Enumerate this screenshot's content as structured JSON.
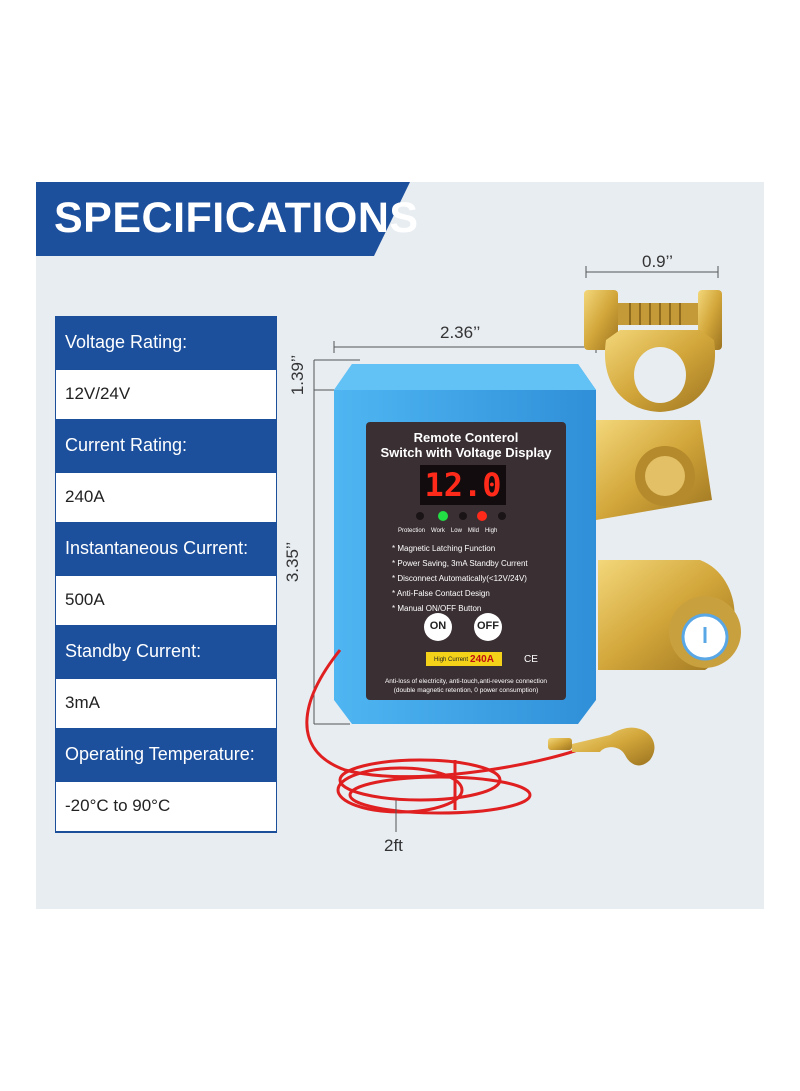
{
  "banner": {
    "title": "SPECIFICATIONS"
  },
  "specs": [
    {
      "label": "Voltage Rating:",
      "value": "12V/24V"
    },
    {
      "label": "Current Rating:",
      "value": "240A"
    },
    {
      "label": "Instantaneous Current:",
      "value": "500A"
    },
    {
      "label": "Standby Current:",
      "value": "3mA"
    },
    {
      "label": "Operating Temperature:",
      "value": "-20°C to 90°C"
    }
  ],
  "dimensions": {
    "terminal_width": "0.9’’",
    "box_width": "2.36’’",
    "top_height": "1.39’’",
    "box_height": "3.35’’",
    "cable_length": "2ft"
  },
  "device": {
    "title_line1": "Remote  Conterol",
    "title_line2": "Switch with Voltage Display",
    "display_value": "12.0",
    "indicators": [
      "Protection",
      "Work",
      "Low",
      "Mild",
      "High"
    ],
    "features": [
      "* Magnetic Latching Function",
      "* Power Saving, 3mA Standby Current",
      "* Disconnect Automatically(<12V/24V)",
      "* Anti-False Contact Design",
      "* Manual ON/OFF Button"
    ],
    "btn_on": "ON",
    "btn_off": "OFF",
    "badge_label": "High Current",
    "badge_value": "240A",
    "ce_mark": "CE",
    "footer_line1": "Anti-loss of electricity, anti-touch,anti-reverse connection",
    "footer_line2": "(double magnetic retention, 0 power consumption)"
  },
  "colors": {
    "banner_blue": "#1c4f9c",
    "panel_bg": "#e8edf2",
    "device_blue": "#3aa3e6",
    "face": "#3a2f33",
    "led_red": "#ff2a1a",
    "cable_red": "#e02020",
    "brass": "#d8b24a"
  }
}
